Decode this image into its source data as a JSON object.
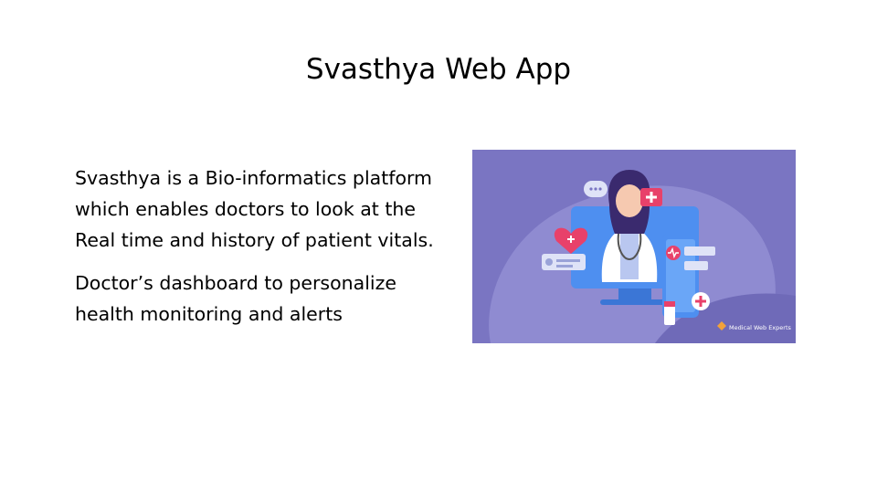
{
  "slide": {
    "title": "Svasthya Web App",
    "paragraphs": [
      "Svasthya is a Bio-informatics platform which enables doctors to look at the Real time and history of patient vitals.",
      "Doctor’s dashboard to personalize health monitoring and alerts"
    ]
  },
  "illustration": {
    "watermark": "Medical Web Experts",
    "background_color": "#7a75c2",
    "blob_color": "#8f8bd1",
    "screen_color": "#4e8ff0",
    "accent_color": "#e8416a"
  }
}
